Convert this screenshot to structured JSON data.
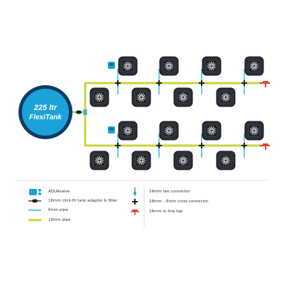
{
  "tank": {
    "line1": "225 ltr",
    "line2": "FlexiTank",
    "color": "#1aa3d9",
    "ring_color": "#0d3b66"
  },
  "colors": {
    "pot": "#2b2f36",
    "pot_stroke": "#111418",
    "pipe_16mm": "#c8d43a",
    "pipe_6mm": "#2bb5e6",
    "aquavalve": "#1aa3d9",
    "tap": "#e0443a",
    "cross": "#1b1f24"
  },
  "legend": {
    "left": [
      {
        "icon": "aquavalve-icon",
        "label": "AQUAvalve"
      },
      {
        "icon": "tank-adaptor-icon",
        "label": "16mm click-fit tank adaptor & filter"
      },
      {
        "icon": "pipe-6mm-icon",
        "label": "6mm pipe"
      },
      {
        "icon": "pipe-16mm-icon",
        "label": "16mm pipe"
      }
    ],
    "right": [
      {
        "icon": "tee-connector-icon",
        "label": "16mm tee connector"
      },
      {
        "icon": "cross-connector-icon",
        "label": "16mm – 6mm cross connector"
      },
      {
        "icon": "inline-tap-icon",
        "label": "16mm in-line tap"
      }
    ]
  }
}
